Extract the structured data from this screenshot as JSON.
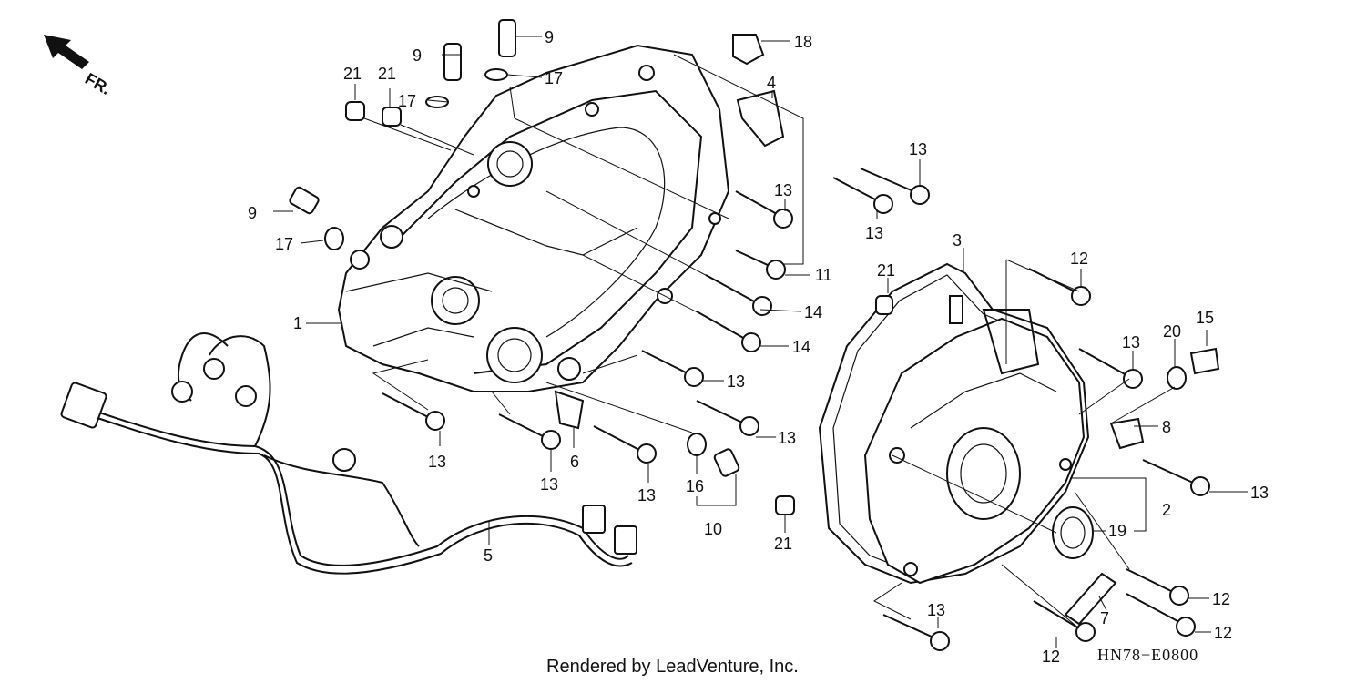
{
  "direction_marker": {
    "label": "FR."
  },
  "callouts": [
    {
      "id": "c9a",
      "text": "9"
    },
    {
      "id": "c9b",
      "text": "9"
    },
    {
      "id": "c18",
      "text": "18"
    },
    {
      "id": "c17a",
      "text": "17"
    },
    {
      "id": "c21a",
      "text": "21"
    },
    {
      "id": "c21b",
      "text": "21"
    },
    {
      "id": "c17b",
      "text": "17"
    },
    {
      "id": "c4",
      "text": "4"
    },
    {
      "id": "c13a",
      "text": "13"
    },
    {
      "id": "c9c",
      "text": "9"
    },
    {
      "id": "c13b",
      "text": "13"
    },
    {
      "id": "c13c",
      "text": "13"
    },
    {
      "id": "c17c",
      "text": "17"
    },
    {
      "id": "c3",
      "text": "3"
    },
    {
      "id": "c12a",
      "text": "12"
    },
    {
      "id": "c21c",
      "text": "21"
    },
    {
      "id": "c11",
      "text": "11"
    },
    {
      "id": "c1",
      "text": "1"
    },
    {
      "id": "c14a",
      "text": "14"
    },
    {
      "id": "c15",
      "text": "15"
    },
    {
      "id": "c20",
      "text": "20"
    },
    {
      "id": "c13d",
      "text": "13"
    },
    {
      "id": "c14b",
      "text": "14"
    },
    {
      "id": "c13e",
      "text": "13"
    },
    {
      "id": "c8",
      "text": "8"
    },
    {
      "id": "c13f",
      "text": "13"
    },
    {
      "id": "c6",
      "text": "6"
    },
    {
      "id": "c13g",
      "text": "13"
    },
    {
      "id": "c13h",
      "text": "13"
    },
    {
      "id": "c13i",
      "text": "13"
    },
    {
      "id": "c13j",
      "text": "13"
    },
    {
      "id": "c16",
      "text": "16"
    },
    {
      "id": "c2",
      "text": "2"
    },
    {
      "id": "c10",
      "text": "10"
    },
    {
      "id": "c19",
      "text": "19"
    },
    {
      "id": "c21d",
      "text": "21"
    },
    {
      "id": "c5",
      "text": "5"
    },
    {
      "id": "c12b",
      "text": "12"
    },
    {
      "id": "c13k",
      "text": "13"
    },
    {
      "id": "c7",
      "text": "7"
    },
    {
      "id": "c12c",
      "text": "12"
    },
    {
      "id": "c12d",
      "text": "12"
    }
  ],
  "footer": {
    "credit": "Rendered by LeadVenture, Inc.",
    "diagram_code": "HN78−E0800"
  }
}
